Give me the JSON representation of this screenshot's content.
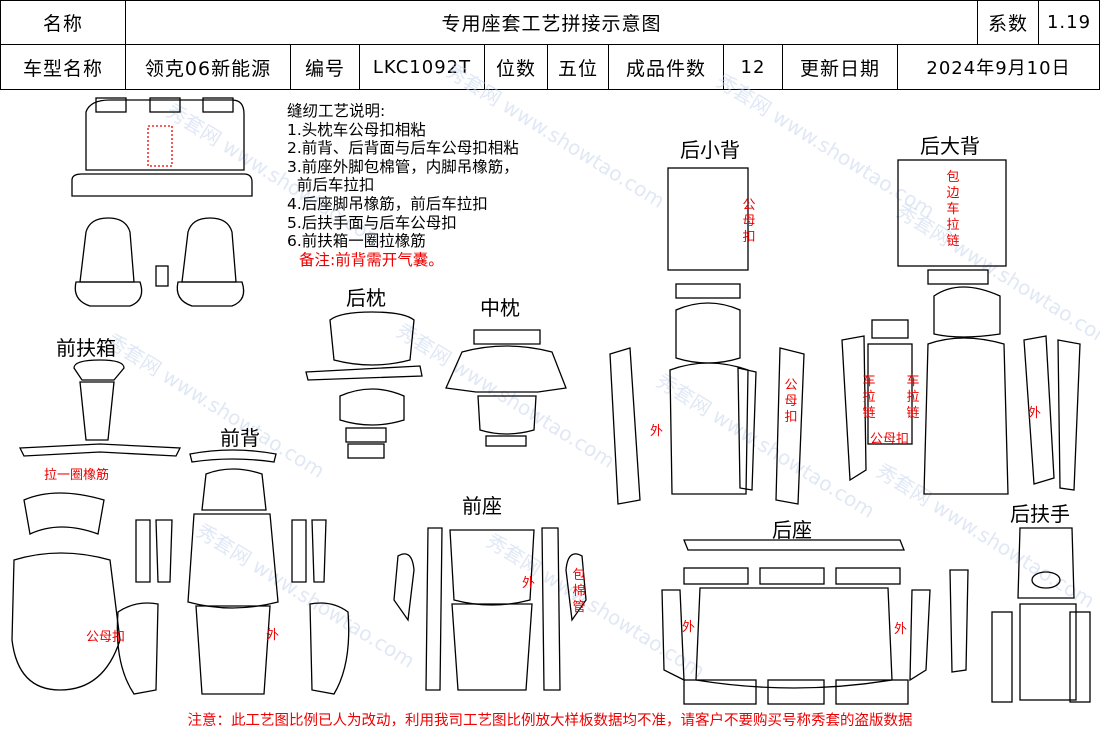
{
  "header": {
    "name_label": "名称",
    "title": "专用座套工艺拼接示意图",
    "coef_label": "系数",
    "coef_value": "1.19",
    "model_label": "车型名称",
    "model_value": "领克06新能源",
    "code_label": "编号",
    "code_value": "LKC1092T",
    "seats_label": "位数",
    "seats_value": "五位",
    "pieces_label": "成品件数",
    "pieces_value": "12",
    "date_label": "更新日期",
    "date_value": "2024年9月10日"
  },
  "notes": {
    "title": "缝纫工艺说明:",
    "items": [
      "1.头枕车公母扣相粘",
      "2.前背、后背面与后车公母扣相粘",
      "3.前座外脚包棉管，内脚吊橡筋，",
      "  前后车拉扣",
      "4.后座脚吊橡筋，前后车拉扣",
      "5.后扶手面与后车公母扣",
      "6.前扶箱一圈拉橡筋"
    ],
    "remark": "备注:前背需开气囊。"
  },
  "section_labels": {
    "rear_headrest": "后枕",
    "middle_headrest": "中枕",
    "front_armbox": "前扶箱",
    "front_back": "前背",
    "front_seat": "前座",
    "rear_small_back": "后小背",
    "rear_big_back": "后大背",
    "rear_seat": "后座",
    "rear_armrest": "后扶手"
  },
  "red_annotations": {
    "armbox_elastic": "拉一圈橡筋",
    "snap": "公母扣",
    "outer": "外",
    "pipe": "包棉管",
    "zipper_edge": "包边车拉链",
    "pull_zip": "车拉链",
    "mf_snap": "公母扣",
    "snap_v": "公母扣"
  },
  "watermark": {
    "text": "秀套网 www.showtao.com"
  },
  "footer": "注意：此工艺图比例已人为改动，利用我司工艺图比例放大样板数据均不准，请客户不要购买号称秀套的盗版数据"
}
